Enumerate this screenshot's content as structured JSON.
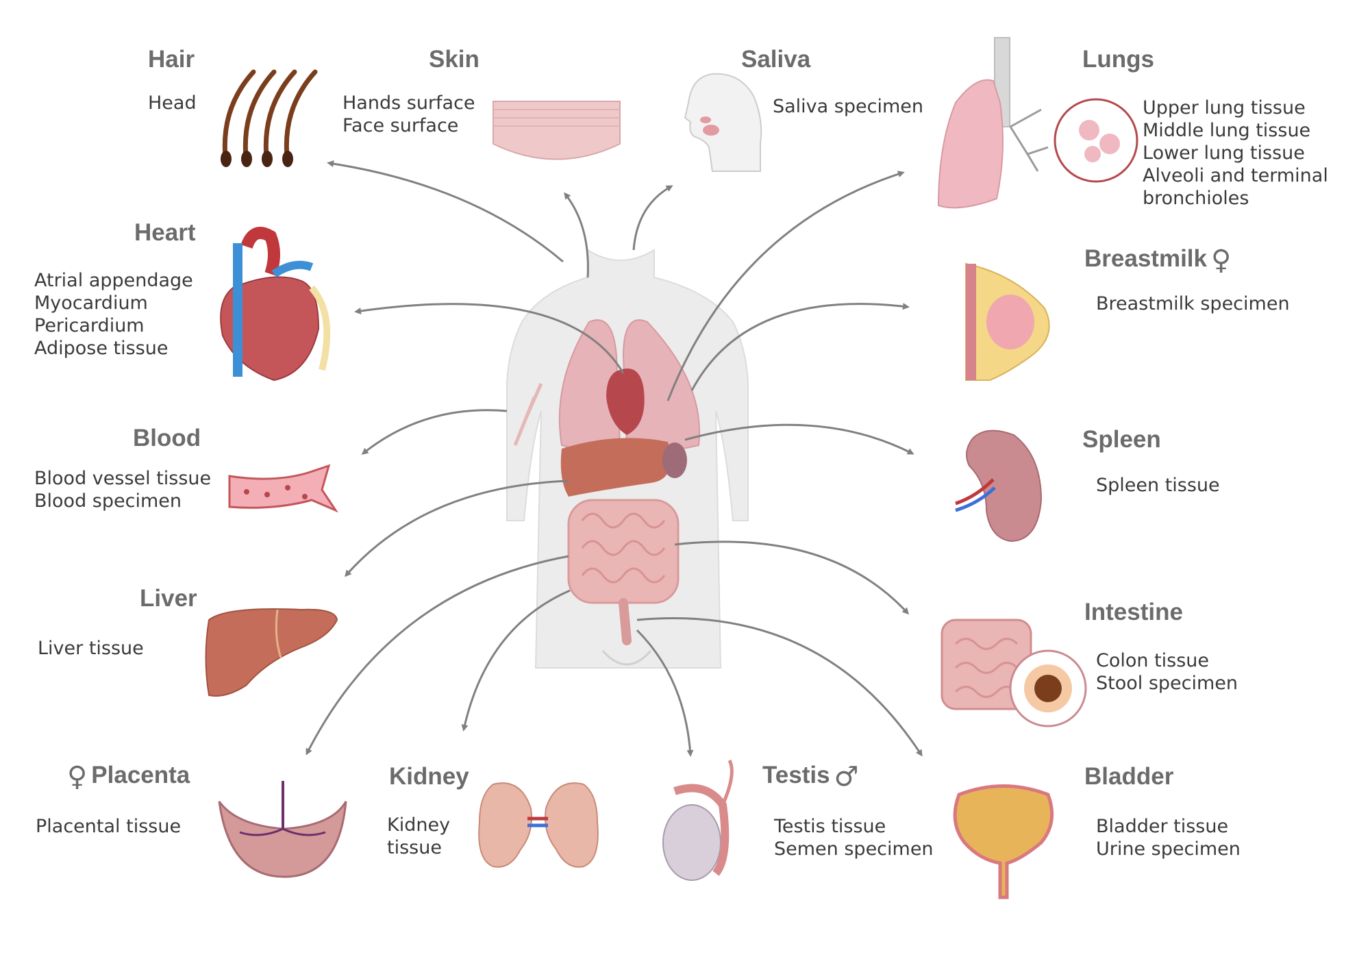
{
  "colors": {
    "title_text": "#6b6b6b",
    "item_text": "#3a3a3a",
    "arrow": "#808080",
    "body_silhouette": "#ececec",
    "organ_pink": "#e9a9ae",
    "organ_dark_red": "#b5474d",
    "vein_blue": "#3d8fd6",
    "liver_brown": "#c46d5a",
    "bladder_yellow": "#e7b45a"
  },
  "symbols": {
    "female": "♀",
    "male": "♂"
  },
  "organs": {
    "hair": {
      "title": "Hair",
      "items": [
        "Head"
      ],
      "icon": "hair-follicles-icon"
    },
    "skin": {
      "title": "Skin",
      "items": [
        "Hands surface",
        "Face surface"
      ],
      "icon": "skin-layer-icon"
    },
    "saliva": {
      "title": "Saliva",
      "items": [
        "Saliva specimen"
      ],
      "icon": "head-profile-icon"
    },
    "lungs": {
      "title": "Lungs",
      "items": [
        "Upper lung tissue",
        "Middle lung tissue",
        "Lower lung tissue",
        "Alveoli and terminal",
        "bronchioles"
      ],
      "icon": "lung-icon"
    },
    "heart": {
      "title": "Heart",
      "items": [
        "Atrial appendage",
        "Myocardium",
        "Pericardium",
        "Adipose tissue"
      ],
      "icon": "heart-icon"
    },
    "breastmilk": {
      "title": "Breastmilk",
      "items": [
        "Breastmilk specimen"
      ],
      "icon": "breast-icon"
    },
    "blood": {
      "title": "Blood",
      "items": [
        "Blood vessel tissue",
        "Blood specimen"
      ],
      "icon": "blood-vessel-icon"
    },
    "spleen": {
      "title": "Spleen",
      "items": [
        "Spleen tissue"
      ],
      "icon": "spleen-icon"
    },
    "liver": {
      "title": "Liver",
      "items": [
        "Liver tissue"
      ],
      "icon": "liver-icon"
    },
    "intestine": {
      "title": "Intestine",
      "items": [
        "Colon tissue",
        "Stool specimen"
      ],
      "icon": "intestine-icon"
    },
    "placenta": {
      "title": "Placenta",
      "items": [
        "Placental tissue"
      ],
      "icon": "placenta-icon"
    },
    "kidney": {
      "title": "Kidney",
      "items": [
        "Kidney",
        "tissue"
      ],
      "icon": "kidney-icon"
    },
    "testis": {
      "title": "Testis",
      "items": [
        "Testis tissue",
        "Semen specimen"
      ],
      "icon": "testis-icon"
    },
    "bladder": {
      "title": "Bladder",
      "items": [
        "Bladder tissue",
        "Urine specimen"
      ],
      "icon": "bladder-icon"
    }
  }
}
